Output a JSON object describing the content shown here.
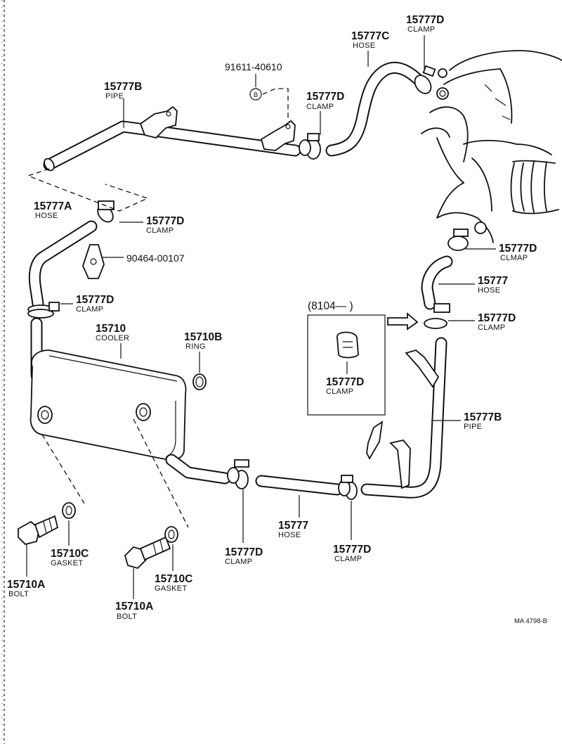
{
  "diagram": {
    "labels": {
      "pipe_top": {
        "part": "15777B",
        "desc": "PIPE"
      },
      "bolt_top": {
        "part": "91611-40610"
      },
      "clamp_top_mid": {
        "part": "15777D",
        "desc": "CLAMP"
      },
      "hose_top": {
        "part": "15777C",
        "desc": "HOSE"
      },
      "clamp_top_r": {
        "part": "15777D",
        "desc": "CLAMP"
      },
      "hose_left": {
        "part": "15777A",
        "desc": "HOSE"
      },
      "clamp_left_a": {
        "part": "15777D",
        "desc": "CLAMP"
      },
      "clip_left": {
        "part": "90464-00107"
      },
      "clamp_left_b": {
        "part": "15777D",
        "desc": "CLAMP"
      },
      "cooler": {
        "part": "15710",
        "desc": "COOLER"
      },
      "ring": {
        "part": "15710B",
        "desc": "RING"
      },
      "clamp_r1": {
        "part": "15777D",
        "desc": "CLMAP"
      },
      "hose_r": {
        "part": "15777",
        "desc": "HOSE"
      },
      "clamp_r2": {
        "part": "15777D",
        "desc": "CLAMP"
      },
      "inset_clamp": {
        "part": "15777D",
        "desc": "CLAMP"
      },
      "pipe_r": {
        "part": "15777B",
        "desc": "PIPE"
      },
      "bolt_a": {
        "part": "15710A",
        "desc": "BOLT"
      },
      "gasket_a": {
        "part": "15710C",
        "desc": "GASKET"
      },
      "bolt_b": {
        "part": "15710A",
        "desc": "BOLT"
      },
      "gasket_b": {
        "part": "15710C",
        "desc": "GASKET"
      },
      "clamp_bot_l": {
        "part": "15777D",
        "desc": "CLAMP"
      },
      "hose_bot": {
        "part": "15777",
        "desc": "HOSE"
      },
      "clamp_bot_r": {
        "part": "15777D",
        "desc": "CLAMP"
      }
    },
    "inset_title": "(8104—       )",
    "bolt_circle_mark": "B",
    "footer_code": "MA  4798-B"
  }
}
